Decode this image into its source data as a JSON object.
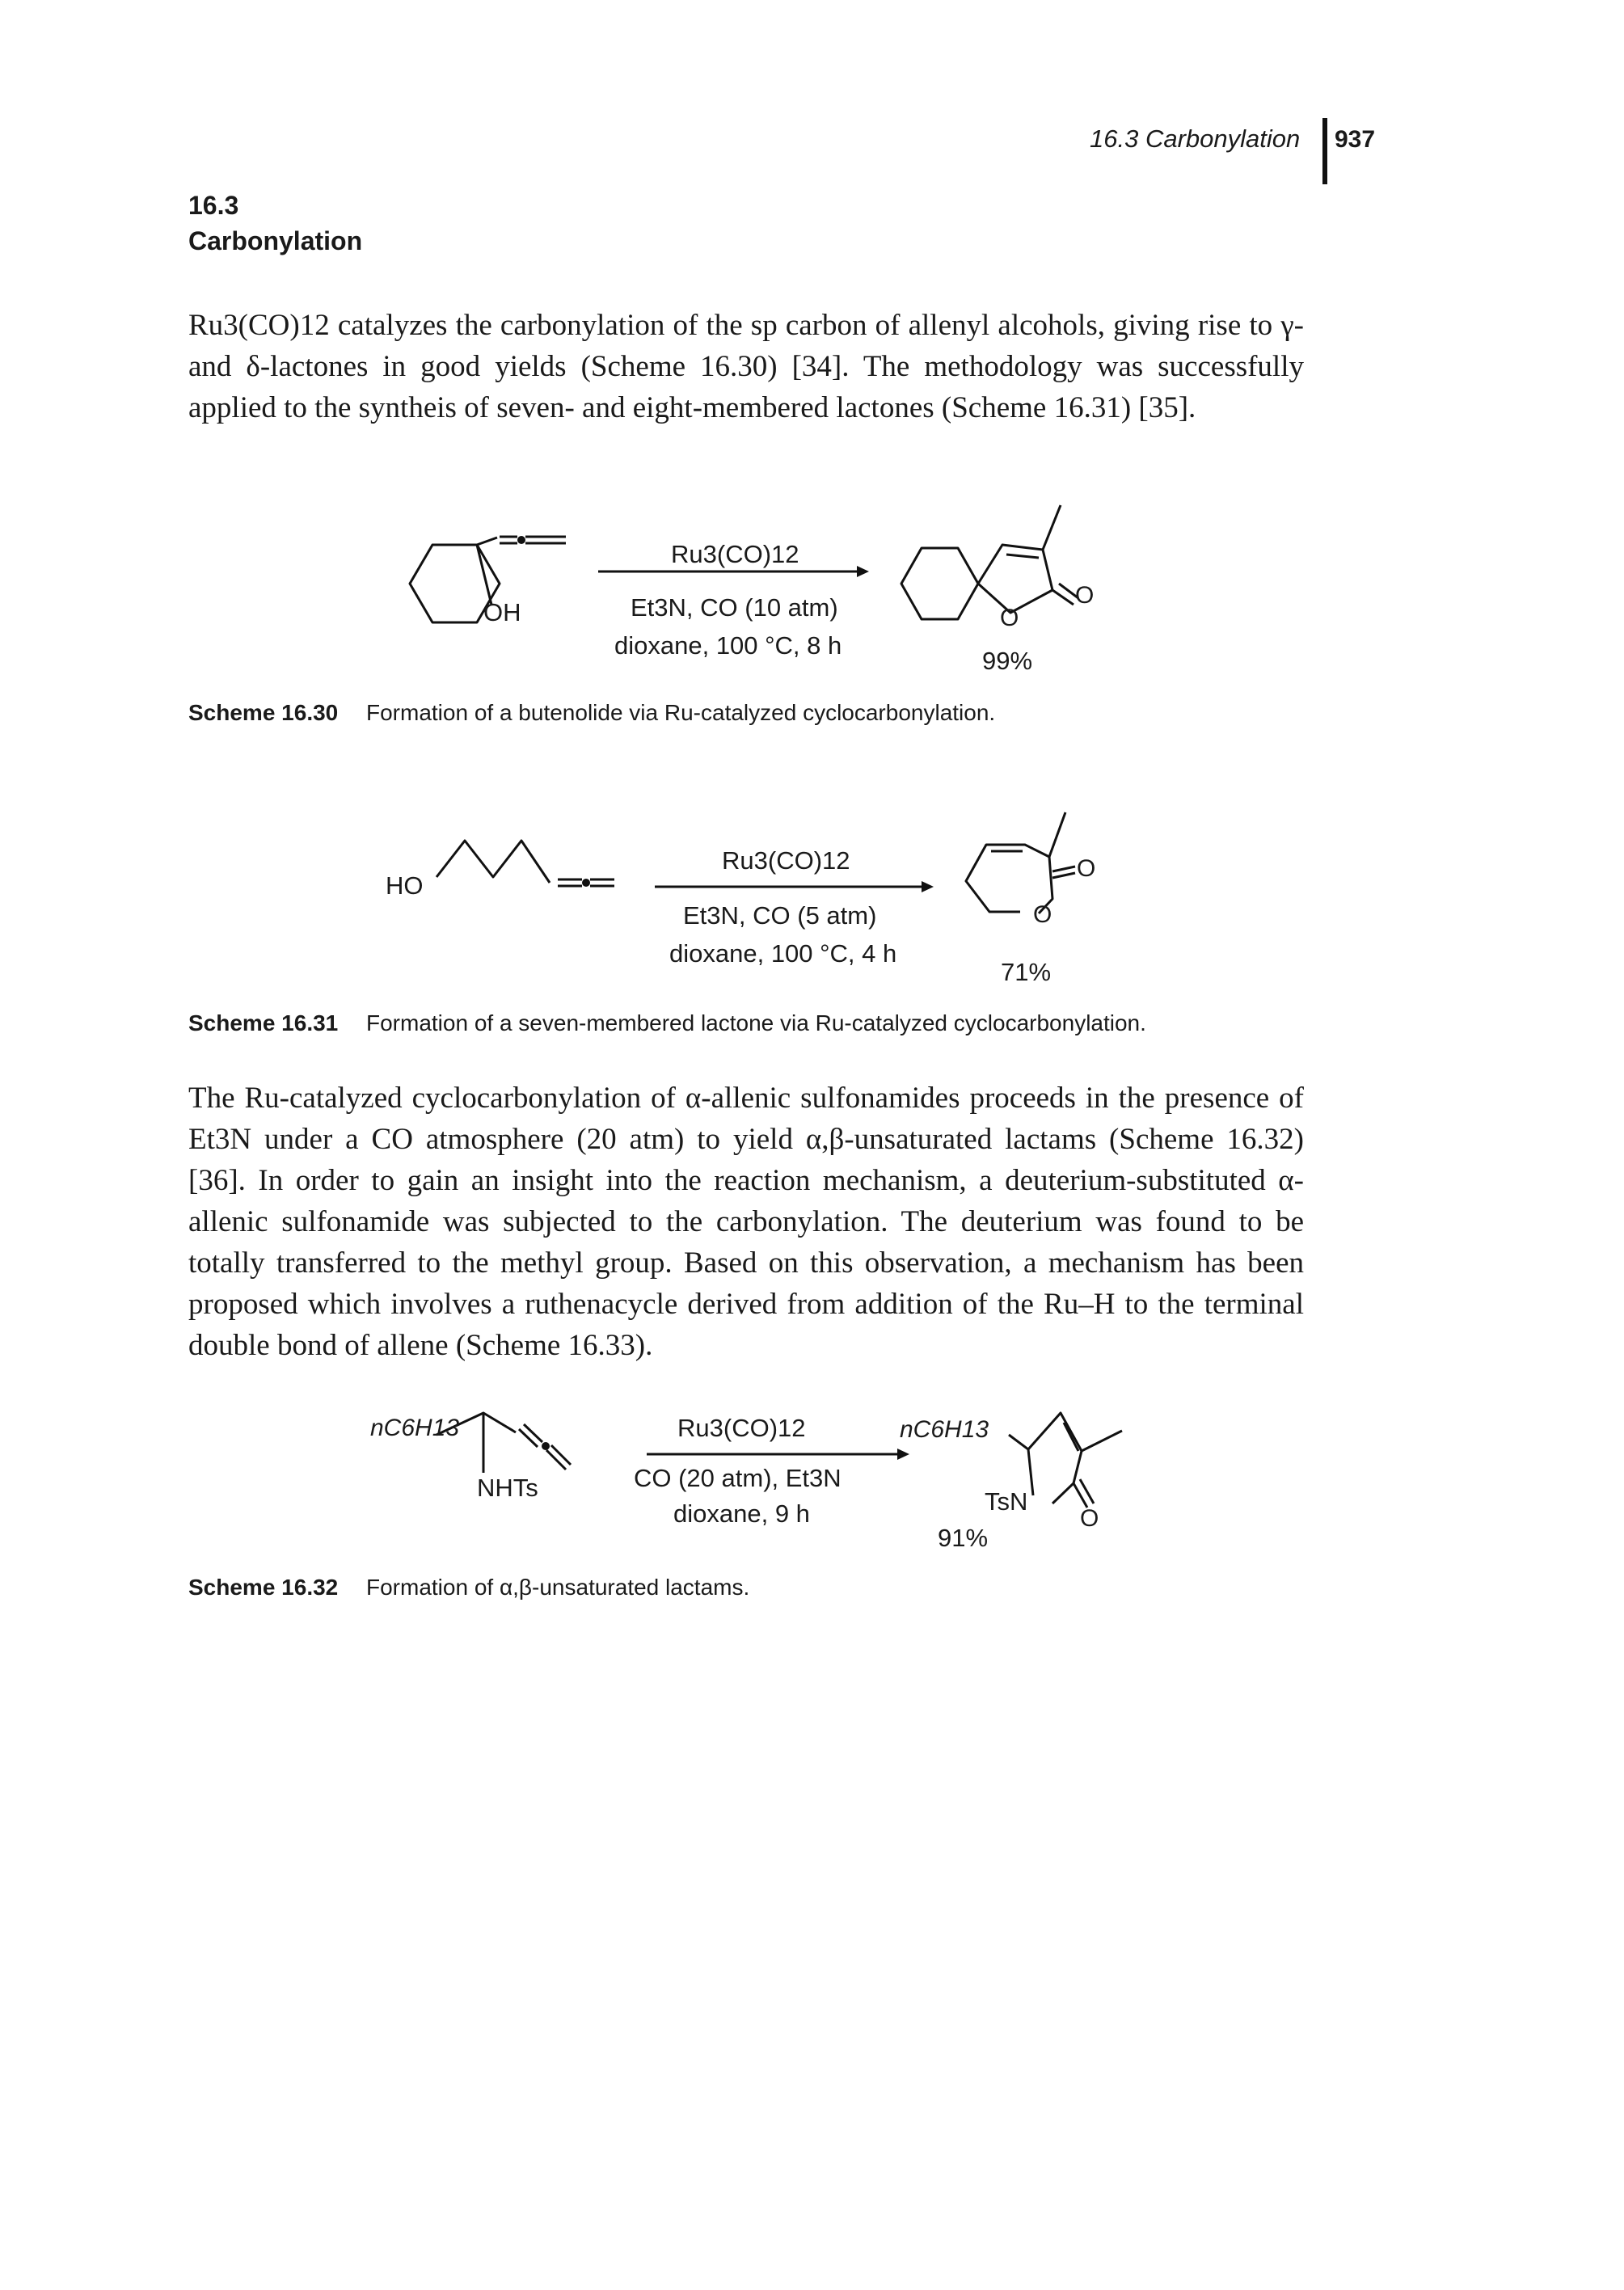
{
  "header": {
    "running_head": "16.3 Carbonylation",
    "page_number": "937"
  },
  "section": {
    "number": "16.3",
    "title": "Carbonylation"
  },
  "paragraph_1": "Ru3(CO)12 catalyzes the carbonylation of the sp carbon of allenyl alcohols, giving rise to γ- and δ-lactones in good yields (Scheme 16.30) [34]. The methodology was successfully applied to the syntheis of seven- and eight-membered lactones (Scheme 16.31) [35].",
  "paragraph_2": "The Ru-catalyzed cyclocarbonylation of α-allenic sulfonamides proceeds in the presence of Et3N under a CO atmosphere (20 atm) to yield α,β-unsaturated lactams (Scheme 16.32) [36]. In order to gain an insight into the reaction mechanism, a deuterium-substituted α-allenic sulfonamide was subjected to the carbonylation. The deuterium was found to be totally transferred to the methyl group. Based on this observation, a mechanism has been proposed which involves a ruthenacycle derived from addition of the Ru–H to the terminal double bond of allene (Scheme 16.33).",
  "schemes": [
    {
      "label": "Scheme 16.30",
      "caption": "Formation of a butenolide via Ru-catalyzed cyclocarbonylation.",
      "reagent_top": "Ru3(CO)12",
      "conditions": [
        "Et3N, CO (10 atm)",
        "dioxane, 100 °C, 8 h"
      ],
      "yield": "99%",
      "atoms": {
        "oh": "OH",
        "ring_o": "O",
        "carbonyl_o": "O"
      }
    },
    {
      "label": "Scheme 16.31",
      "caption": "Formation of a seven-membered lactone via Ru-catalyzed cyclocarbonylation.",
      "reagent_top": "Ru3(CO)12",
      "conditions": [
        "Et3N, CO (5 atm)",
        "dioxane, 100 °C, 4 h"
      ],
      "yield": "71%",
      "atoms": {
        "ho": "HO",
        "ring_o": "O",
        "carbonyl_o": "O"
      }
    },
    {
      "label": "Scheme 16.32",
      "caption": "Formation of α,β-unsaturated lactams.",
      "reagent_top": "Ru3(CO)12",
      "conditions": [
        "CO (20 atm), Et3N",
        "dioxane, 9 h"
      ],
      "yield": "91%",
      "atoms": {
        "substituent": "nC6H13",
        "nhts": "NHTs",
        "tsn": "TsN",
        "carbonyl_o": "O"
      }
    }
  ]
}
